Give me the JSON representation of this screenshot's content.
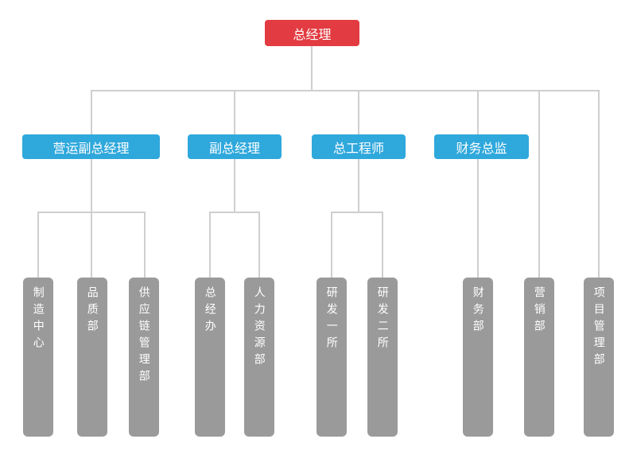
{
  "org_chart": {
    "root": {
      "id": "general-manager",
      "label": "总经理"
    },
    "level2": [
      {
        "id": "operations-deputy-gm",
        "label": "营运副总经理",
        "parent": "总经理"
      },
      {
        "id": "deputy-gm",
        "label": "副总经理",
        "parent": "总经理"
      },
      {
        "id": "chief-engineer",
        "label": "总工程师",
        "parent": "总经理"
      },
      {
        "id": "finance-director",
        "label": "财务总监",
        "parent": "总经理"
      }
    ],
    "level3": [
      {
        "id": "manufacturing-center",
        "label": "制造中心",
        "parent": "营运副总经理"
      },
      {
        "id": "quality-dept",
        "label": "品质部",
        "parent": "营运副总经理"
      },
      {
        "id": "supply-chain-mgmt-dept",
        "label": "供应链管理部",
        "parent": "营运副总经理"
      },
      {
        "id": "gm-office",
        "label": "总经办",
        "parent": "副总经理"
      },
      {
        "id": "hr-dept",
        "label": "人力资源部",
        "parent": "副总经理"
      },
      {
        "id": "rd-institute-1",
        "label": "研发一所",
        "parent": "总工程师"
      },
      {
        "id": "rd-institute-2",
        "label": "研发二所",
        "parent": "总工程师"
      },
      {
        "id": "finance-dept",
        "label": "财务部",
        "parent": "财务总监"
      },
      {
        "id": "marketing-dept",
        "label": "营销部",
        "parent": "总经理"
      },
      {
        "id": "project-mgmt-dept",
        "label": "项目管理部",
        "parent": "总经理"
      }
    ],
    "edges": [
      {
        "from": "总经理",
        "to": "营运副总经理"
      },
      {
        "from": "总经理",
        "to": "副总经理"
      },
      {
        "from": "总经理",
        "to": "总工程师"
      },
      {
        "from": "总经理",
        "to": "财务总监"
      },
      {
        "from": "总经理",
        "to": "营销部"
      },
      {
        "from": "总经理",
        "to": "项目管理部"
      },
      {
        "from": "营运副总经理",
        "to": "制造中心"
      },
      {
        "from": "营运副总经理",
        "to": "品质部"
      },
      {
        "from": "营运副总经理",
        "to": "供应链管理部"
      },
      {
        "from": "副总经理",
        "to": "总经办"
      },
      {
        "from": "副总经理",
        "to": "人力资源部"
      },
      {
        "from": "总工程师",
        "to": "研发一所"
      },
      {
        "from": "总工程师",
        "to": "研发二所"
      },
      {
        "from": "财务总监",
        "to": "财务部"
      }
    ],
    "colors": {
      "root_fill": "#e23b41",
      "level2_fill": "#2fa8dc",
      "level3_fill": "#9a9a9a",
      "connector": "#cfcfcf",
      "text": "#ffffff",
      "background": "#ffffff"
    }
  }
}
